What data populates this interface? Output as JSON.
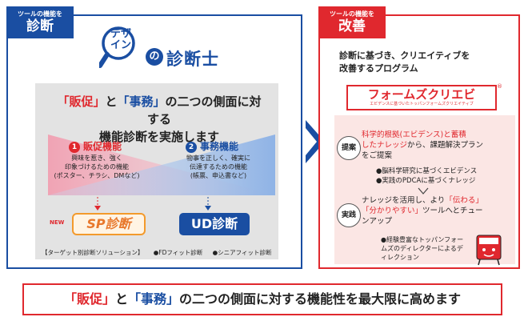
{
  "left_tag": {
    "small": "ツールの機能を",
    "big": "診断"
  },
  "right_tag": {
    "small": "ツールの機能を",
    "big": "改善"
  },
  "logo": {
    "dezain": "デザ\nイン",
    "no": "の",
    "title": "診断士"
  },
  "left_heading": {
    "q1": "「販促」",
    "to": "と",
    "q2": "「事務」",
    "rest1": "の二つの側面に対する",
    "line2": "機能診断を実施します"
  },
  "func1": {
    "num": "1",
    "title": "販促機能",
    "desc": "興味を惹き、強く\n印象づけるための機能\n(ポスター、チラシ、DMなど)"
  },
  "func2": {
    "num": "2",
    "title": "事務機能",
    "desc": "物事を正しく、確実に\n伝達するための機能\n(帳票、申込書など)"
  },
  "sp": {
    "new": "NEW",
    "logo": "SP診断"
  },
  "ud": {
    "logo": "UD診断"
  },
  "left_bottom": [
    "【ターゲット別診断ソリューション】",
    "●FDフィット診断",
    "●シニアフィット診断"
  ],
  "right_intro": "診断に基づき、クリエイティブを\n改善するプログラム",
  "form_logo": {
    "main": "フォームズクリエビ",
    "sub": "エビデンスに基づいたトッパンフォームズクリエイティブ",
    "reg": "®"
  },
  "teian": {
    "label": "提案",
    "t1": "科学的根拠(エビデンス)と蓄積",
    "t2": "したナレッジ",
    "t3": "から、課題解決プラン",
    "t4": "をご提案",
    "b1": "●脳科学研究に基づくエビデンス",
    "b2": "●実践のPDCAに基づくナレッジ"
  },
  "jissen": {
    "label": "実践",
    "t1": "ナレッジを活用し、より",
    "t2": "「伝わる」",
    "t3": "「分かりやすい」",
    "t4": "ツールへとチュー",
    "t5": "ンアップ",
    "sub": "●経験豊富なトッパンフォームズのディレクターによるディレクション"
  },
  "banner": {
    "q1": "「販促」",
    "to": "と",
    "q2": "「事務」",
    "rest": "の二つの側面に対する機能性を最大限に高めます"
  },
  "colors": {
    "blue": "#1a4ea2",
    "red": "#e0282e",
    "orange": "#f39a2c",
    "gray": "#e3e3e3",
    "pink": "#fbe6e4"
  }
}
